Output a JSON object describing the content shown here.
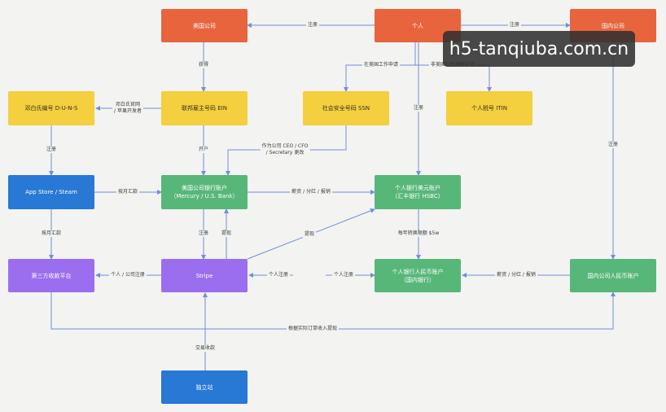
{
  "nodes": {
    "us_company": "美国公司",
    "individual": "个人",
    "cn_company": "国内公司",
    "duns": "邓白氏编号 D-U-N-S",
    "ein": "联邦雇主号码 EIN",
    "ssn": "社会安全号码 SSN",
    "itin": "个人税号 ITIN",
    "appstore": "App Store / Steam",
    "us_company_account": "美国公司银行账户\n（Mercury / U.S. Bank）",
    "personal_usd_account": "个人银行美元账户\n（汇丰银行 HSBC）",
    "third_party": "第三方收款平台",
    "stripe": "Stripe",
    "personal_rmb_account": "个人银行人民币账户\n（国内银行）",
    "cn_rmb_account": "国内公司人民币账户",
    "standalone_site": "独立站"
  },
  "edges": {
    "register1": "注册",
    "register2": "注册",
    "obtain": "获得",
    "us_work_apply": "在美国工作申请",
    "non_us_tax_apply": "非美国公民纳税申请",
    "register3": "注册",
    "register4": "注册",
    "dev_apply": "邓白氏官网\n/ 苹果开发者",
    "open_account": "开户",
    "as_officer": "作为公司 CEO / CFO\n/ Secretary 更改",
    "register5": "注册",
    "monthly_remit": "按月汇款",
    "salary1": "薪资 / 分红 / 报销",
    "withdraw1": "提现",
    "register6": "注册",
    "withdraw2": "提现",
    "annual_fx": "每年转换限额 $5w",
    "monthly_remit2": "按月汇款",
    "personal_company_reg": "个人 / 公司注册",
    "personal_reg1": "个人注册",
    "personal_reg2": "个人注册",
    "salary2": "薪资 / 分红 / 报销",
    "order_withdraw": "根据实际订单收入提现",
    "transaction": "交易收款"
  },
  "watermark": "h5-tanqiuba.com.cn",
  "colors": {
    "orange": "#e8643c",
    "yellow": "#f4cf3e",
    "blue": "#2878d6",
    "green": "#57b779",
    "purple": "#9b6ef0",
    "arrow": "#6f8fd8"
  }
}
